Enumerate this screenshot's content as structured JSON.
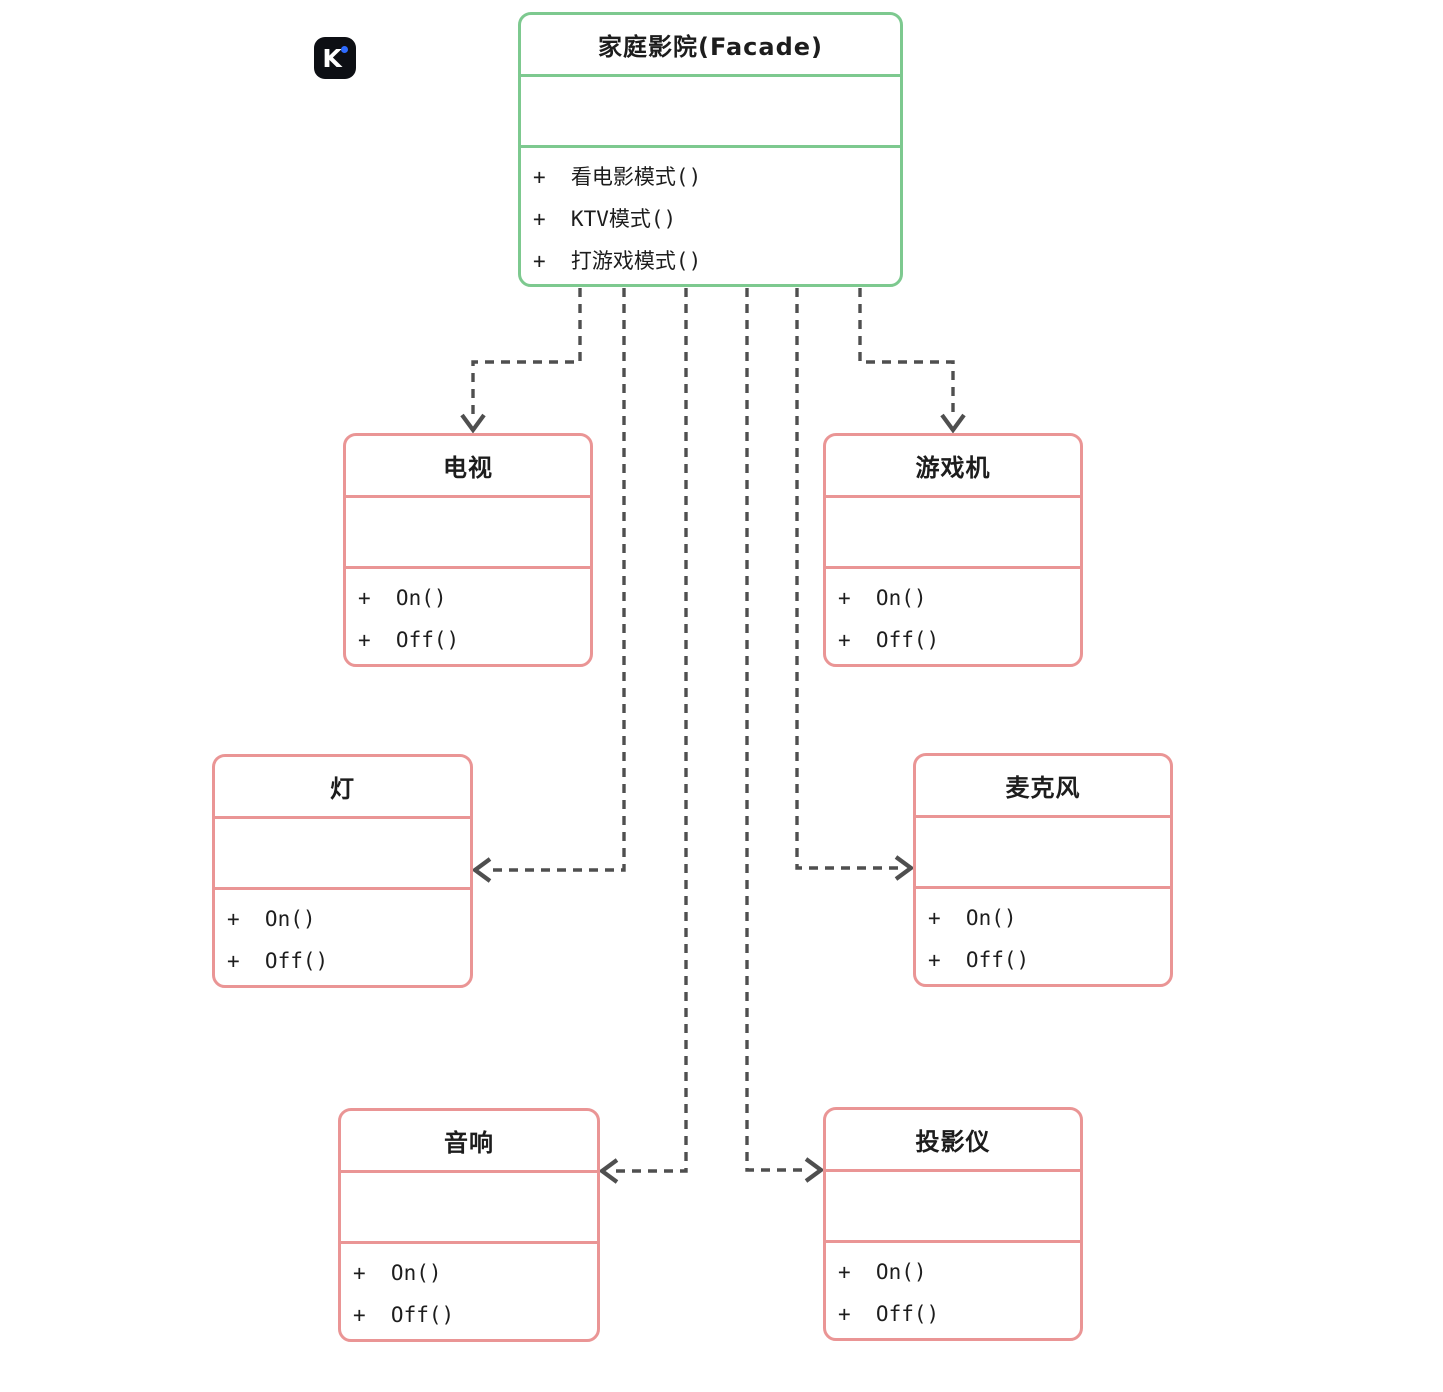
{
  "logo": {
    "letter": "K",
    "dot_color": "#2e6bff",
    "background_color": "#0d0f14"
  },
  "colors": {
    "facade_border": "#7dc98f",
    "subsystem_border": "#ea9595",
    "connector": "#4f4f4f",
    "text": "#1d1d1d",
    "background": "#ffffff"
  },
  "diagram": {
    "pattern": "Facade",
    "connector_style": "dashed-dependency-arrow"
  },
  "facade": {
    "name": "家庭影院(Facade)",
    "attributes": "",
    "methods": [
      "+  看电影模式()",
      "+  KTV模式()",
      "+  打游戏模式()"
    ]
  },
  "subsystems": [
    {
      "name": "电视",
      "attributes": "",
      "methods": [
        "+  On()",
        "+  Off()"
      ]
    },
    {
      "name": "游戏机",
      "attributes": "",
      "methods": [
        "+  On()",
        "+  Off()"
      ]
    },
    {
      "name": "灯",
      "attributes": "",
      "methods": [
        "+  On()",
        "+  Off()"
      ]
    },
    {
      "name": "麦克风",
      "attributes": "",
      "methods": [
        "+  On()",
        "+  Off()"
      ]
    },
    {
      "name": "音响",
      "attributes": "",
      "methods": [
        "+  On()",
        "+  Off()"
      ]
    },
    {
      "name": "投影仪",
      "attributes": "",
      "methods": [
        "+  On()",
        "+  Off()"
      ]
    }
  ]
}
